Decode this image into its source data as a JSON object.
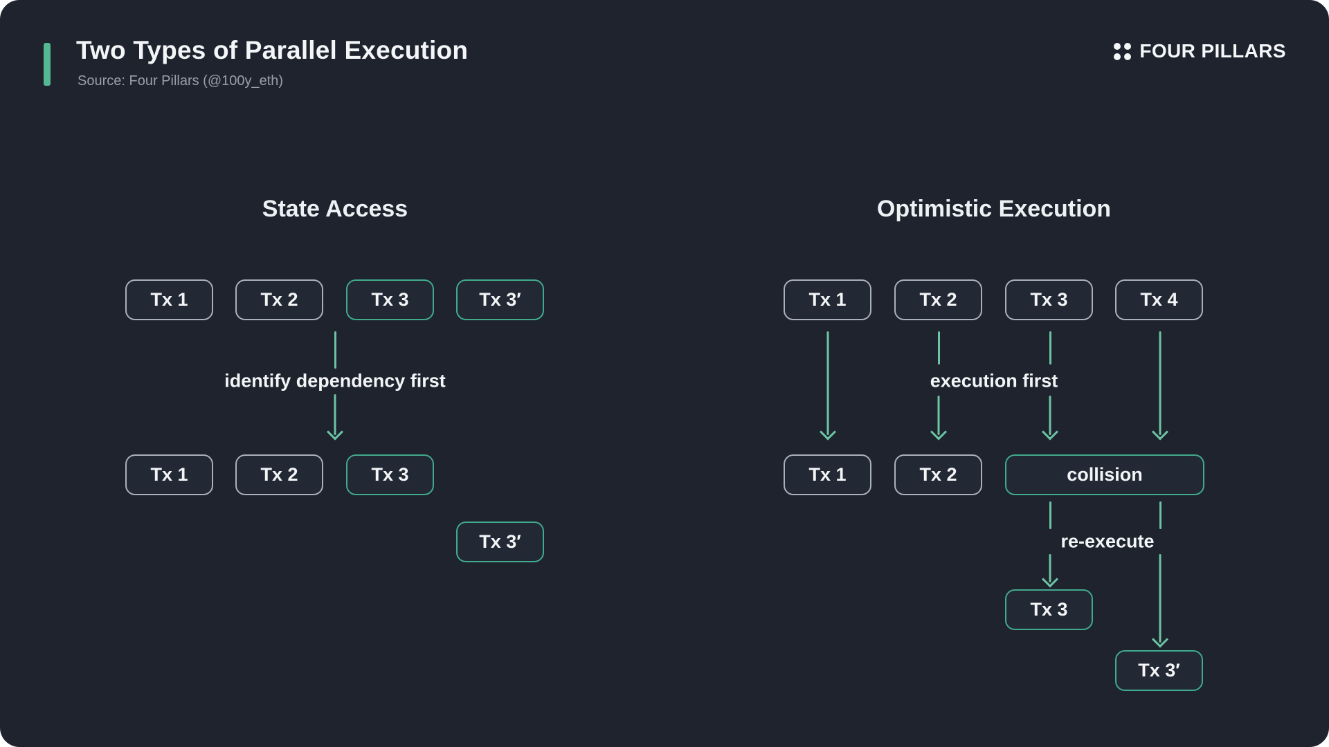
{
  "header": {
    "title": "Two Types of Parallel Execution",
    "source": "Source: Four Pillars (@100y_eth)",
    "brand": "FOUR PILLARS"
  },
  "colors": {
    "canvas_bg": "#1e232d",
    "box_bg": "#232934",
    "gray_border": "#aab1bb",
    "teal_border": "#41aa8d",
    "arrow": "#6cc4a4",
    "accent_bar": "#55b893",
    "text": "#f3f5f7",
    "muted_text": "#98a0ab"
  },
  "left": {
    "heading": "State Access",
    "row1": [
      {
        "label": "Tx 1",
        "style": "gray"
      },
      {
        "label": "Tx 2",
        "style": "gray"
      },
      {
        "label": "Tx 3",
        "style": "teal"
      },
      {
        "label": "Tx 3′",
        "style": "teal"
      }
    ],
    "arrow_label": "identify dependency first",
    "row2": [
      {
        "label": "Tx 1",
        "style": "gray"
      },
      {
        "label": "Tx 2",
        "style": "gray"
      },
      {
        "label": "Tx 3",
        "style": "teal"
      }
    ],
    "row3": [
      {
        "label": "Tx 3′",
        "style": "teal"
      }
    ]
  },
  "right": {
    "heading": "Optimistic Execution",
    "row1": [
      {
        "label": "Tx 1",
        "style": "gray"
      },
      {
        "label": "Tx 2",
        "style": "gray"
      },
      {
        "label": "Tx 3",
        "style": "gray"
      },
      {
        "label": "Tx 4",
        "style": "gray"
      }
    ],
    "arrow_label": "execution first",
    "row2": [
      {
        "label": "Tx 1",
        "style": "gray"
      },
      {
        "label": "Tx 2",
        "style": "gray"
      },
      {
        "label": "collision",
        "style": "teal"
      }
    ],
    "reexecute_label": "re-execute",
    "row3": [
      {
        "label": "Tx 3",
        "style": "teal"
      }
    ],
    "row4": [
      {
        "label": "Tx 3′",
        "style": "teal"
      }
    ]
  }
}
